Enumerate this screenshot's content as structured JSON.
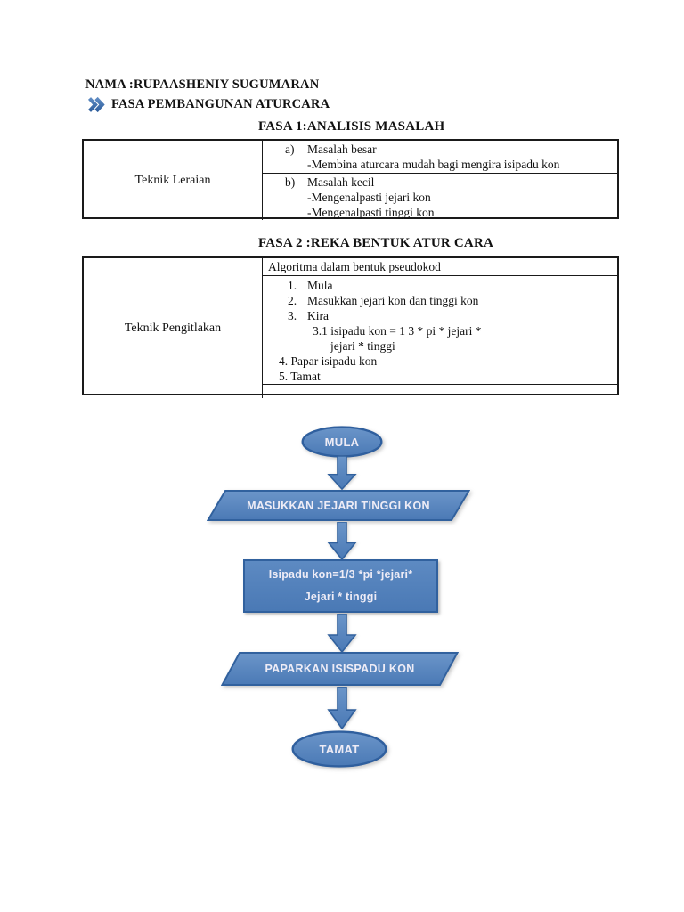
{
  "header": {
    "name_line": "NAMA :RUPAASHENIY SUGUMARAN",
    "phase_heading": "FASA PEMBANGUNAN ATURCARA",
    "bullet_icon": "double-chevron-right-icon"
  },
  "section1": {
    "title": "FASA 1:ANALISIS MASALAH",
    "table": {
      "row_label": "Teknik Leraian",
      "item_a": {
        "marker": "a)",
        "title": "Masalah besar",
        "line1": "-Membina aturcara mudah bagi mengira isipadu kon"
      },
      "item_b": {
        "marker": "b)",
        "title": "Masalah kecil",
        "line1": "-Mengenalpasti jejari kon",
        "line2": "-Mengenalpasti tinggi kon"
      }
    }
  },
  "section2": {
    "title": "FASA 2 :REKA BENTUK ATUR CARA",
    "table": {
      "row_label": "Teknik Pengitlakan",
      "header": "Algoritma dalam bentuk pseudokod",
      "steps": [
        {
          "num": "1.",
          "text": "Mula"
        },
        {
          "num": "2.",
          "text": "Masukkan jejari kon dan tinggi kon"
        },
        {
          "num": "3.",
          "text": "Kira"
        },
        {
          "num": "",
          "text": "3.1 isipadu kon = 1 3 * pi * jejari *"
        },
        {
          "num": "",
          "text": "jejari * tinggi"
        },
        {
          "num": "",
          "text": "4. Papar isipadu kon"
        },
        {
          "num": "",
          "text": "5. Tamat"
        }
      ]
    }
  },
  "flowchart": {
    "start": "MULA",
    "input": "MASUKKAN JEJARI TINGGI KON",
    "process_line1": "Isipadu kon=1/3 *pi *jejari*",
    "process_line2": "Jejari * tinggi",
    "output": "PAPARKAN ISISPADU KON",
    "end": "TAMAT"
  },
  "colors": {
    "shape_fill": "#4f81bd",
    "shape_fill_light": "#5d8ac2",
    "shape_border": "#31619e",
    "shape_text": "#eeecf6",
    "table_border": "#1a1a1a"
  }
}
